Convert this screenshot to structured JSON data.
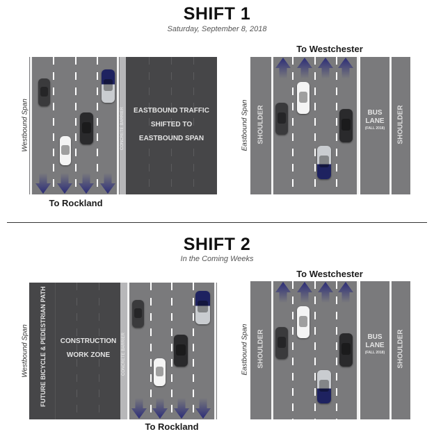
{
  "shift1": {
    "title": "SHIFT 1",
    "subtitle": "Saturday, September 8, 2018",
    "westbound": {
      "span_label": "Westbound Span",
      "barrier_label": "CONCRETE BARRIER",
      "note_lines": [
        "EASTBOUND TRAFFIC",
        "SHIFTED TO",
        "EASTBOUND SPAN"
      ],
      "direction": "To Rockland"
    },
    "eastbound": {
      "span_label": "Eastbound Span",
      "direction": "To Westchester",
      "shoulder_left": "SHOULDER",
      "bus_lane": [
        "BUS",
        "LANE"
      ],
      "bus_lane_note": "(FALL 2018)",
      "shoulder_right": "SHOULDER"
    }
  },
  "shift2": {
    "title": "SHIFT 2",
    "subtitle": "In the Coming Weeks",
    "westbound": {
      "span_label": "Westbound Span",
      "path_label": "FUTURE BICYCLE & PEDESTRIAN PATH",
      "work_zone_lines": [
        "CONSTRUCTION",
        "WORK ZONE"
      ],
      "barrier_label": "CONCRETE BARRIER",
      "direction": "To Rockland"
    },
    "eastbound": {
      "span_label": "Eastbound Span",
      "direction": "To Westchester",
      "shoulder_left": "SHOULDER",
      "bus_lane": [
        "BUS",
        "LANE"
      ],
      "bus_lane_note": "(FALL 2018)",
      "shoulder_right": "SHOULDER"
    }
  },
  "colors": {
    "road": "#7a7a7c",
    "closed": "#464648",
    "arrow": "#2b2c78"
  }
}
